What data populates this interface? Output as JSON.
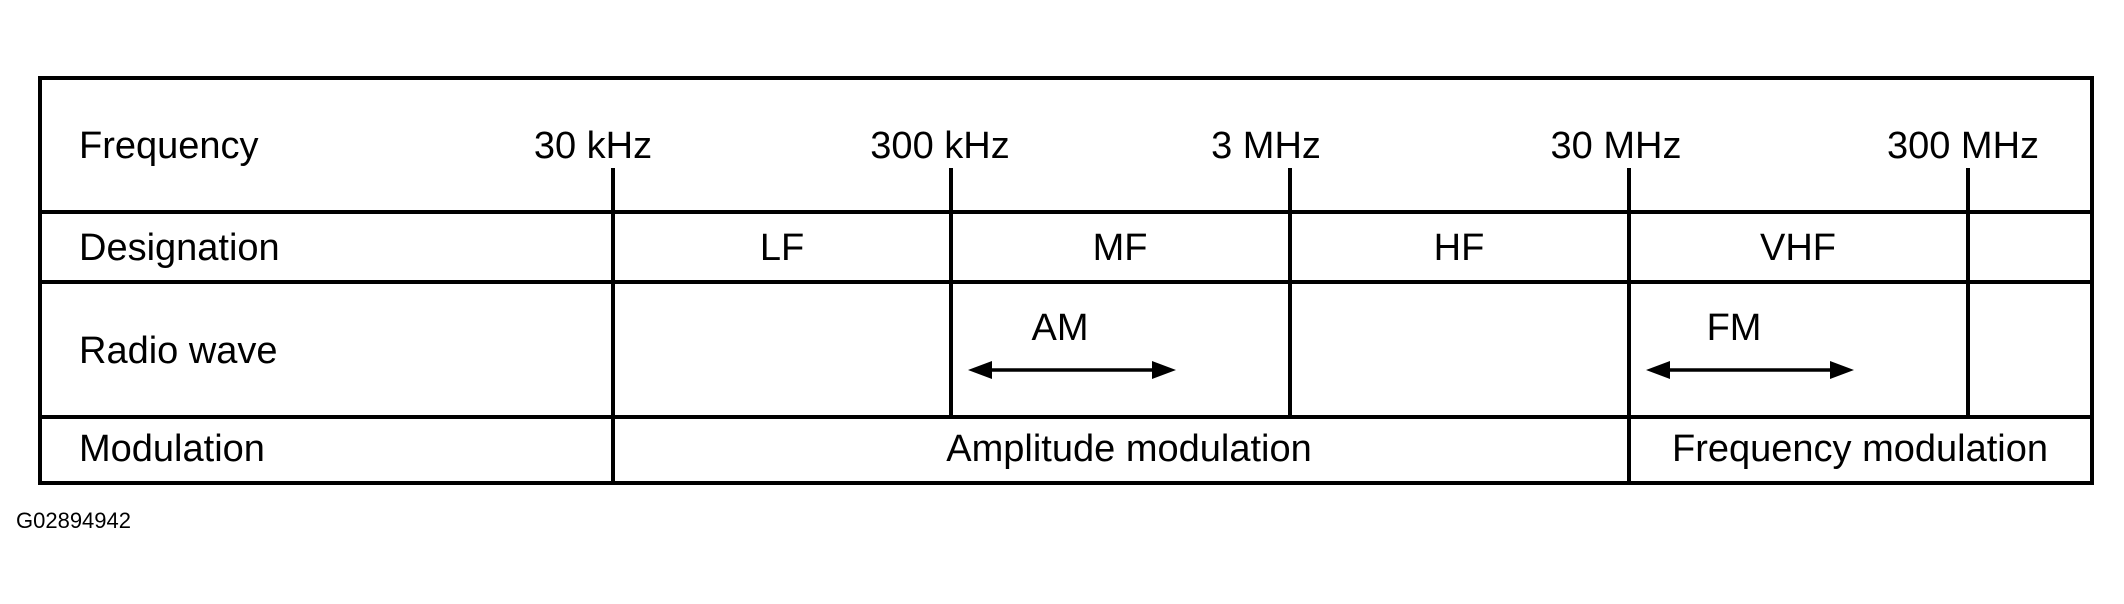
{
  "rows": {
    "frequency": "Frequency",
    "designation": "Designation",
    "radio_wave": "Radio wave",
    "modulation": "Modulation"
  },
  "frequencies": [
    "30 kHz",
    "300 kHz",
    "3 MHz",
    "30 MHz",
    "300 MHz"
  ],
  "designations": [
    "LF",
    "MF",
    "HF",
    "VHF"
  ],
  "radio_waves": {
    "am": "AM",
    "fm": "FM"
  },
  "modulations": {
    "amplitude": "Amplitude modulation",
    "frequency": "Frequency modulation"
  },
  "figure_code": "G02894942",
  "colors": {
    "line": "#000000",
    "background": "#ffffff"
  }
}
